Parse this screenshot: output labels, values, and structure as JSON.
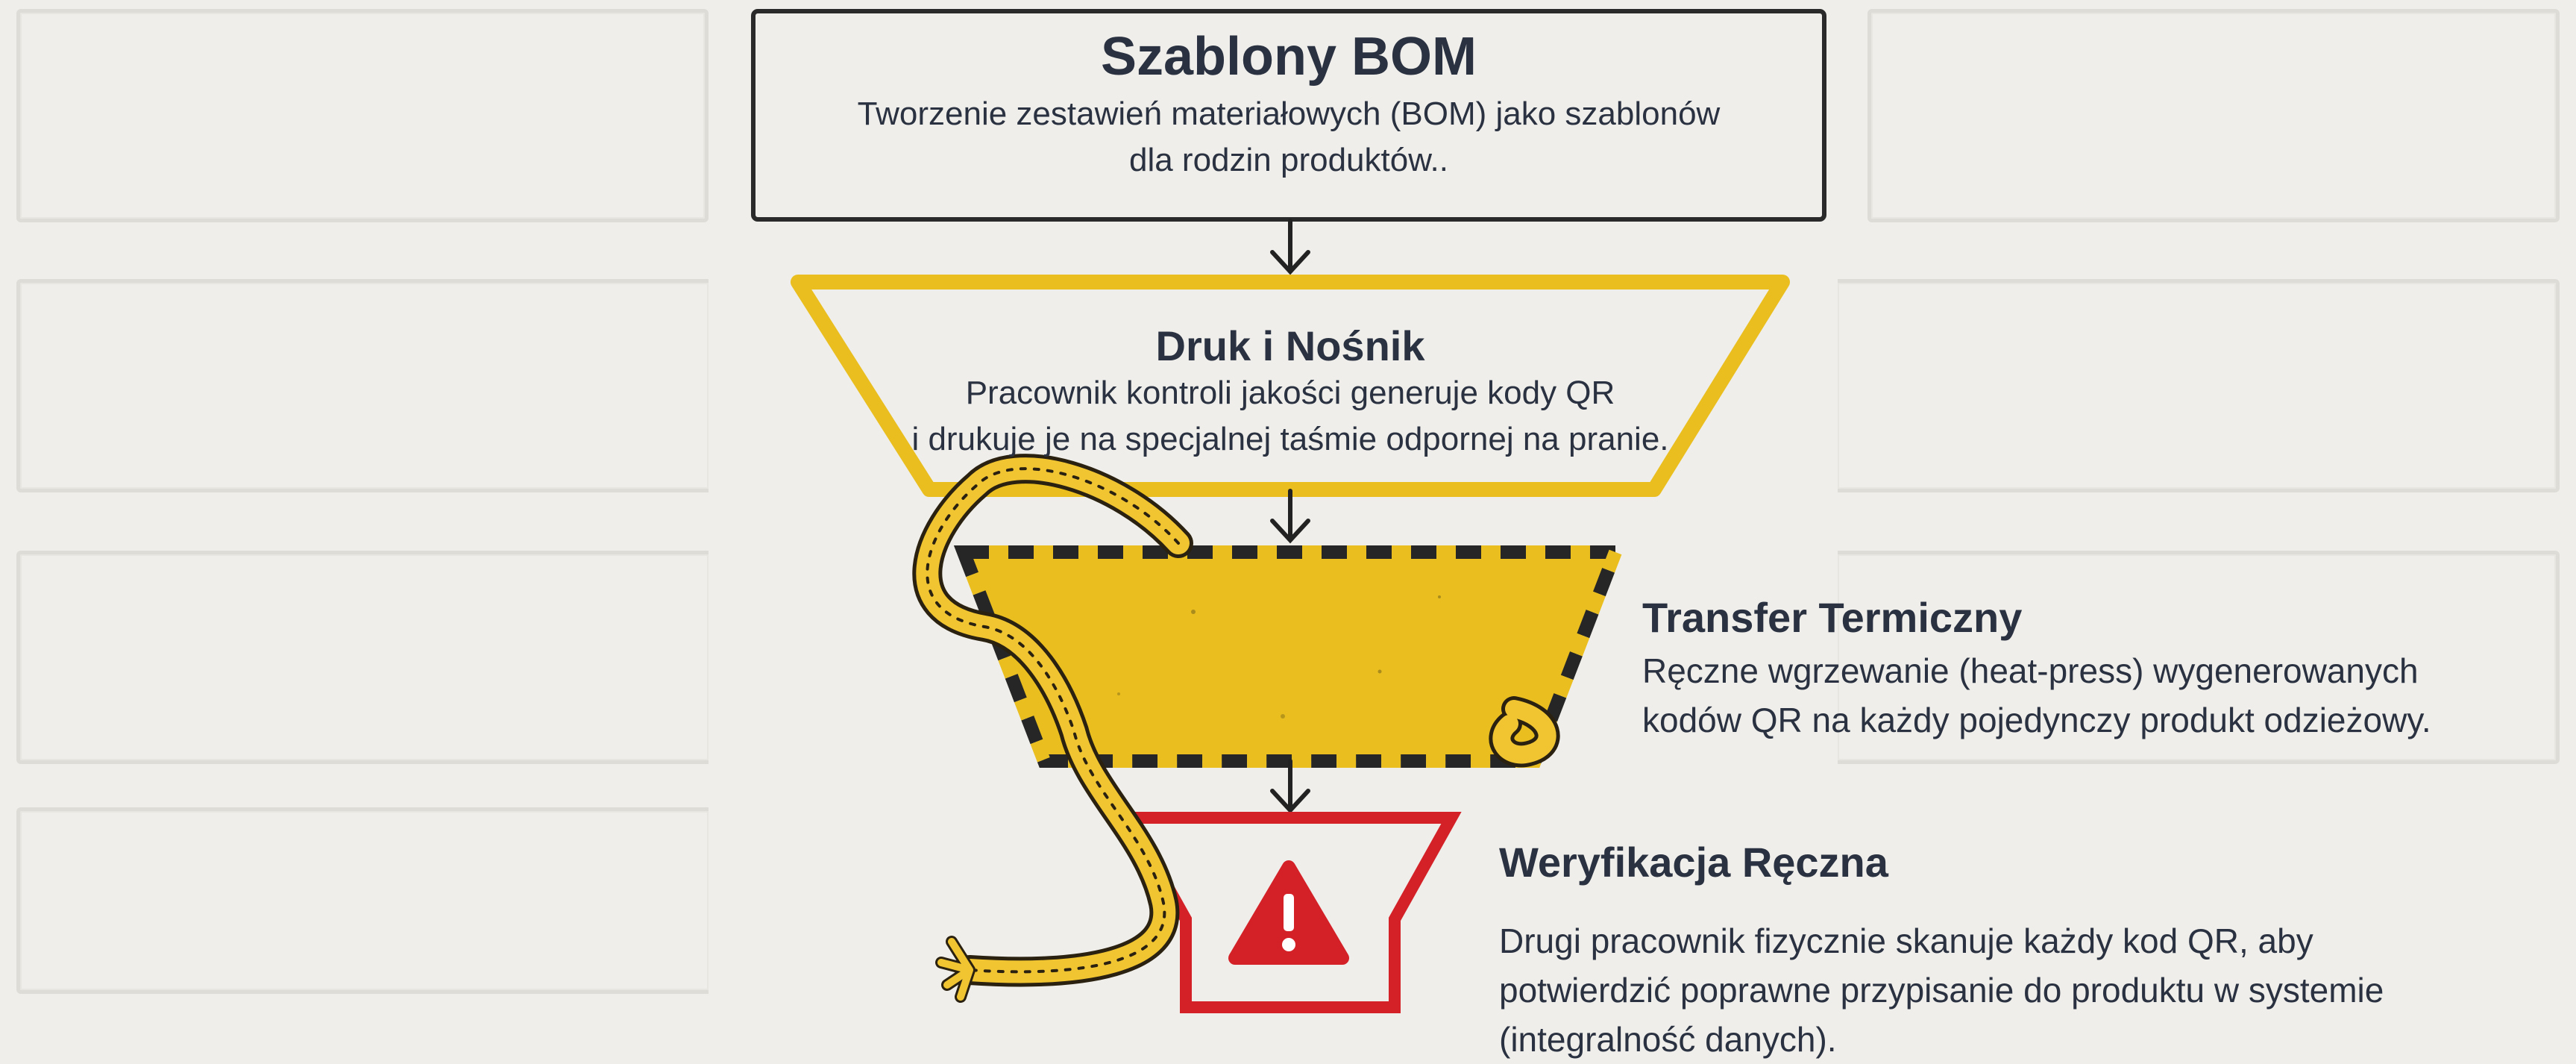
{
  "steps": [
    {
      "title": "Szablony BOM",
      "desc_line1": "Tworzenie zestawień materiałowych (BOM) jako szablonów",
      "desc_line2": "dla rodzin produktów.."
    },
    {
      "title": "Druk i Nośnik",
      "desc_line1": "Pracownik kontroli jakości generuje kody QR",
      "desc_line2": "i drukuje je na specjalnej taśmie odpornej na pranie."
    },
    {
      "title": "Transfer Termiczny",
      "desc_line1": "Ręczne wgrzewanie (heat-press) wygenerowanych",
      "desc_line2": "kodów QR na każdy pojedynczy produkt odzieżowy."
    },
    {
      "title": "Weryfikacja Ręczna",
      "desc_line1": "Drugi pracownik fizycznie skanuje każdy kod QR, aby",
      "desc_line2": "potwierdzić poprawne przypisanie do produktu w systemie",
      "desc_line3": "(integralność danych)."
    }
  ],
  "icons": {
    "warning": "warning-triangle-icon",
    "rope": "rope-icon",
    "arrow": "arrow-down-icon"
  },
  "colors": {
    "background": "#efeeea",
    "ink": "#2a3140",
    "yellow": "#e9be1e",
    "hazard_black": "#262626",
    "red": "#d42027",
    "card_border": "#dddcd7"
  }
}
